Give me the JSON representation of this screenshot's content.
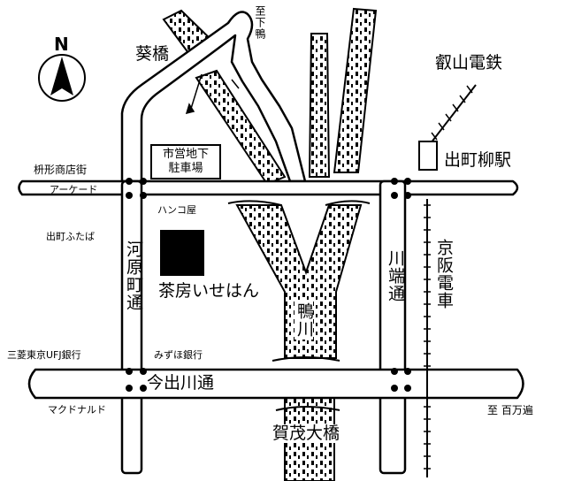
{
  "north": "N",
  "labels": {
    "aoi_bridge": "葵橋",
    "to_shimogamo": "至下鴨",
    "eizan": "叡山電鉄",
    "parking_line1": "市営地下",
    "parking_line2": "駐車場",
    "masugata": "枡形商店街",
    "arcade": "アーケード",
    "demachi_station": "出町柳駅",
    "hanko": "ハンコ屋",
    "demachi_futaba": "出町ふたば",
    "kawaramachi": "河原町通",
    "shop": "茶房いせはん",
    "kawabata": "川端通",
    "keihan": "京阪電車",
    "kamogawa": "鴨川",
    "mufg": "三菱東京UFJ銀行",
    "mizuho": "みずほ銀行",
    "imadegawa": "今出川通",
    "mcdonalds": "マクドナルド",
    "to_hyakumanben": "至 百万遍",
    "kamo_bridge": "賀茂大橋"
  }
}
